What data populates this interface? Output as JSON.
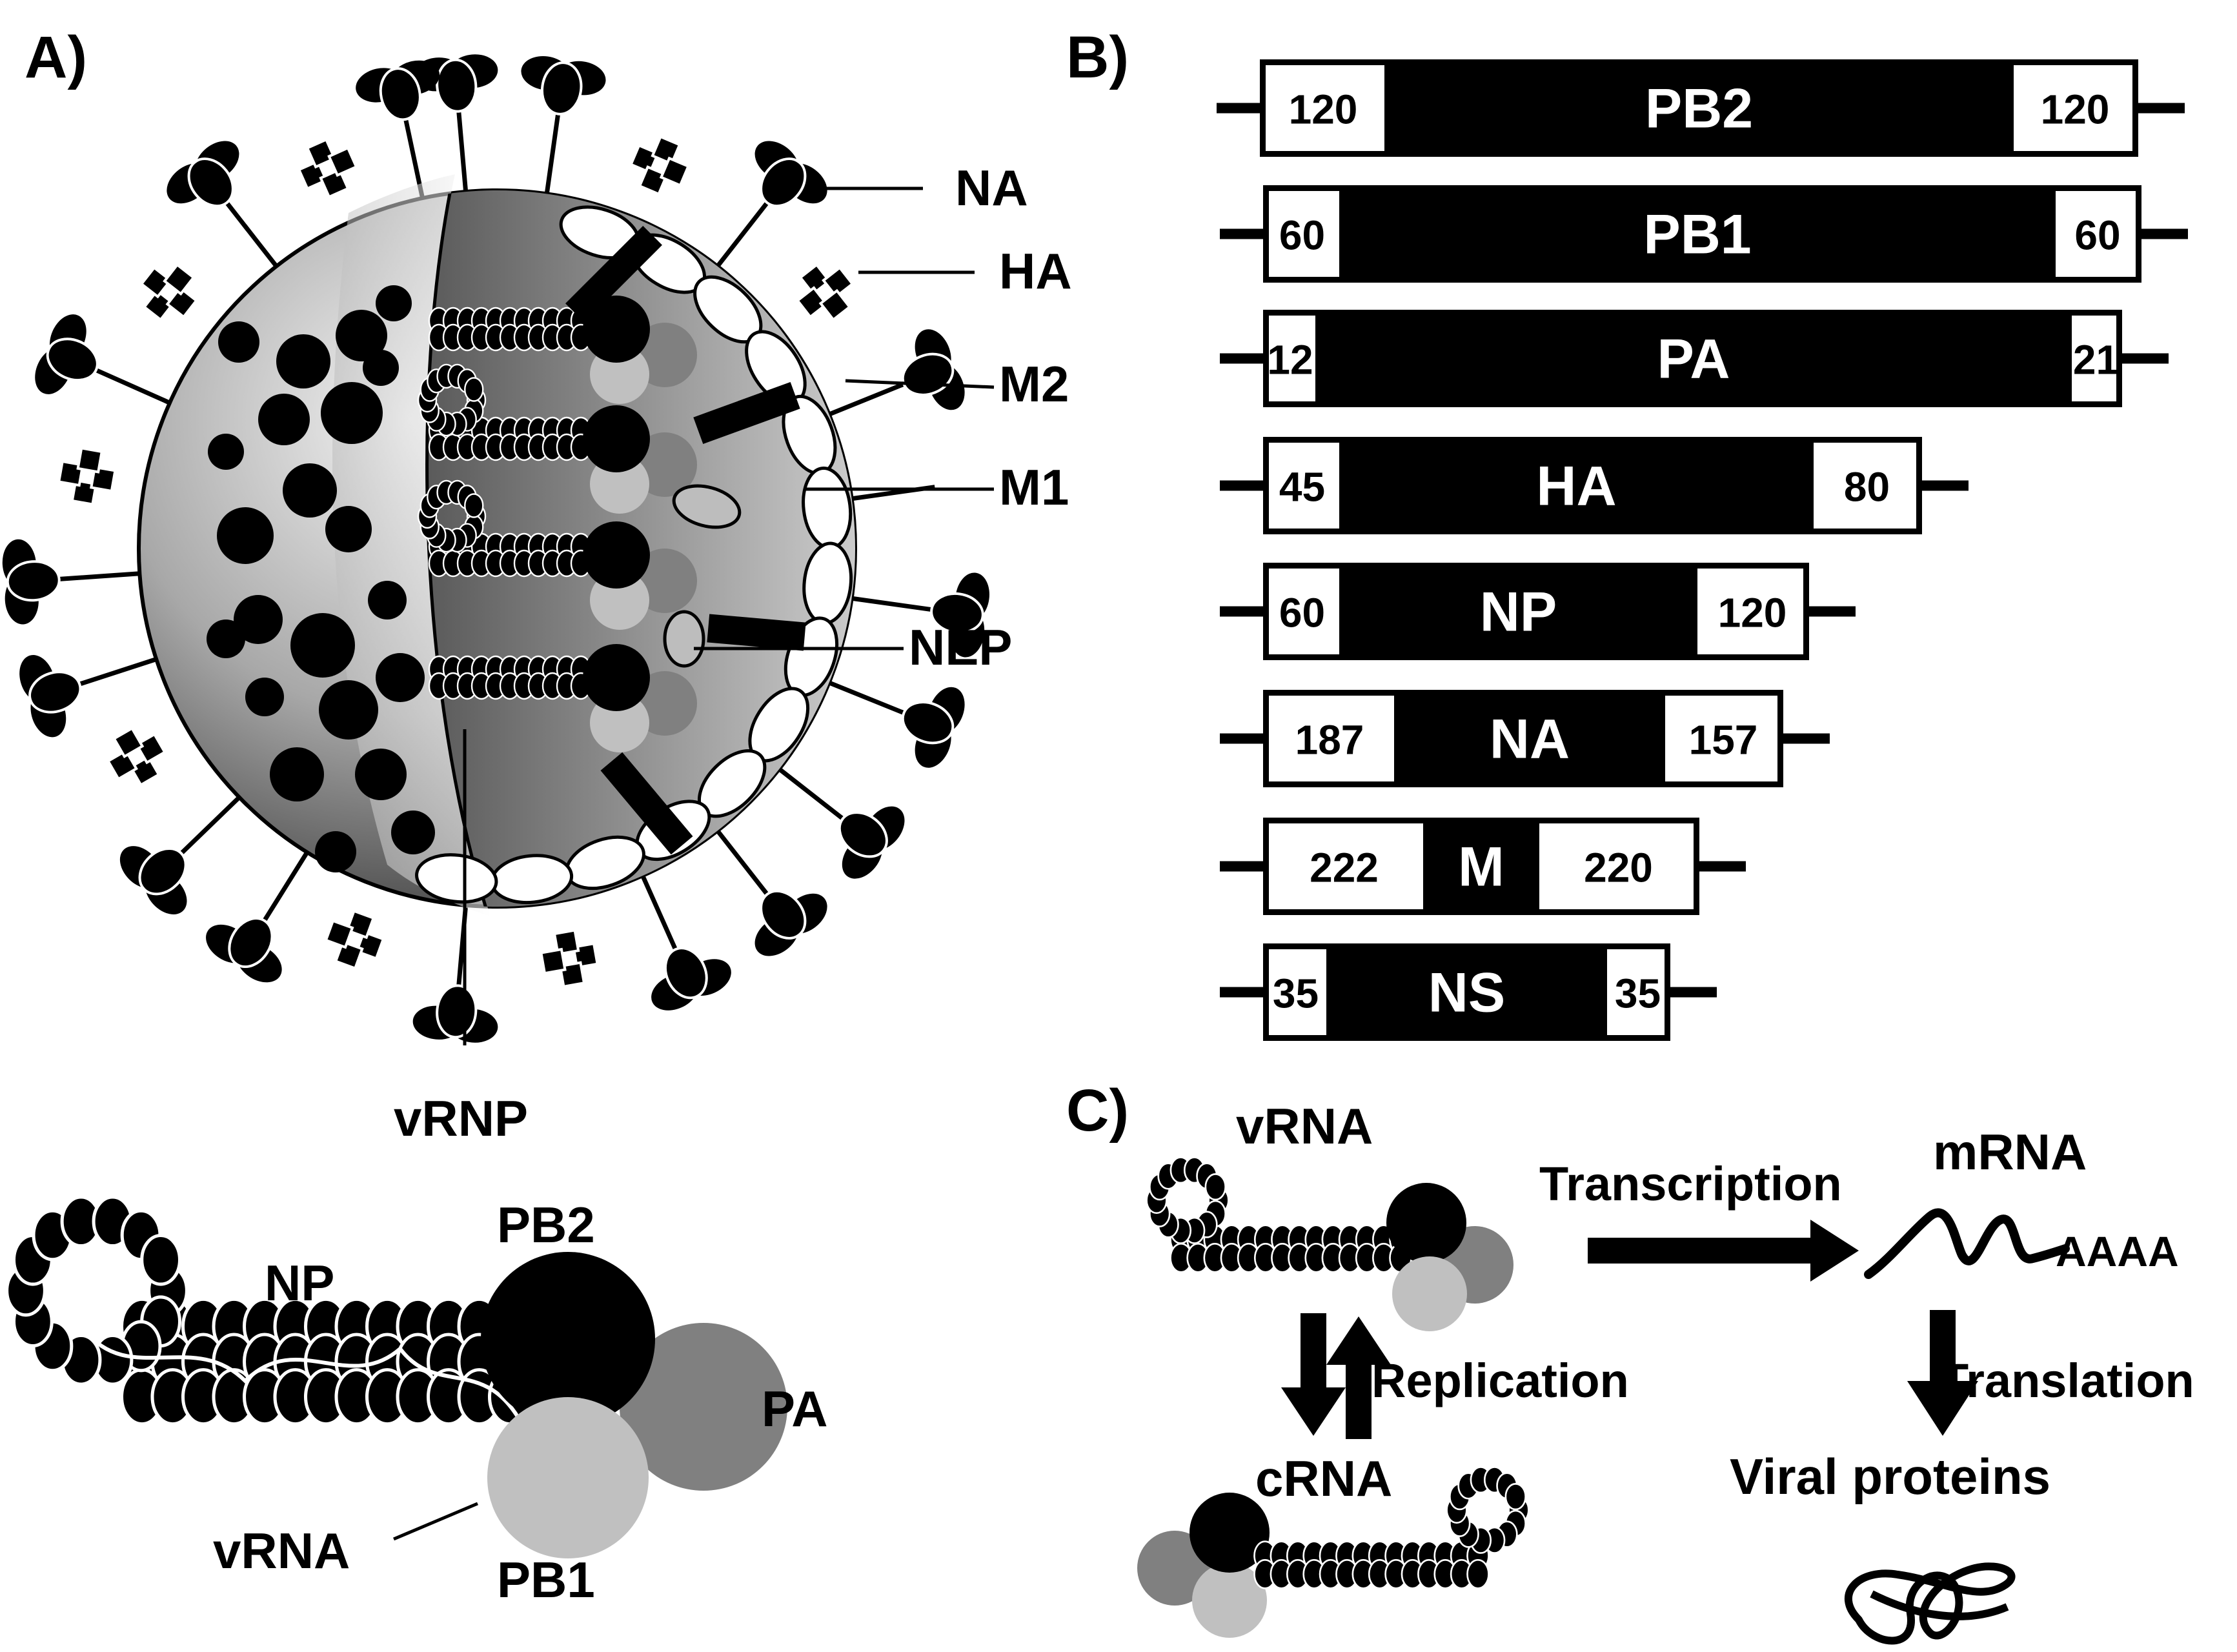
{
  "panel_labels": {
    "a": "A)",
    "b": "B)",
    "c": "C)"
  },
  "panel_a": {
    "callouts": {
      "na": "NA",
      "ha": "HA",
      "m2": "M2",
      "m1": "M1",
      "nep": "NEP",
      "vrnp": "vRNP"
    },
    "vrnp_detail": {
      "np": "NP",
      "pb2": "PB2",
      "pa": "PA",
      "pb1": "PB1",
      "vrna": "vRNA"
    }
  },
  "panel_b": {
    "segments": [
      {
        "name": "PB2",
        "left": "120",
        "right": "120"
      },
      {
        "name": "PB1",
        "left": "60",
        "right": "60"
      },
      {
        "name": "PA",
        "left": "12",
        "right": "21"
      },
      {
        "name": "HA",
        "left": "45",
        "right": "80"
      },
      {
        "name": "NP",
        "left": "60",
        "right": "120"
      },
      {
        "name": "NA",
        "left": "187",
        "right": "157"
      },
      {
        "name": "M",
        "left": "222",
        "right": "220"
      },
      {
        "name": "NS",
        "left": "35",
        "right": "35"
      }
    ]
  },
  "panel_c": {
    "vrna": "vRNA",
    "crna": "cRNA",
    "mrna": "mRNA",
    "polya": "AAAA",
    "transcription": "Transcription",
    "replication": "Replication",
    "translation": "Translation",
    "viral_proteins": "Viral proteins"
  },
  "colors": {
    "ink": "#000000",
    "pa_grey": "#808080",
    "pb1_grey": "#c0c0c0",
    "paper": "#ffffff"
  }
}
